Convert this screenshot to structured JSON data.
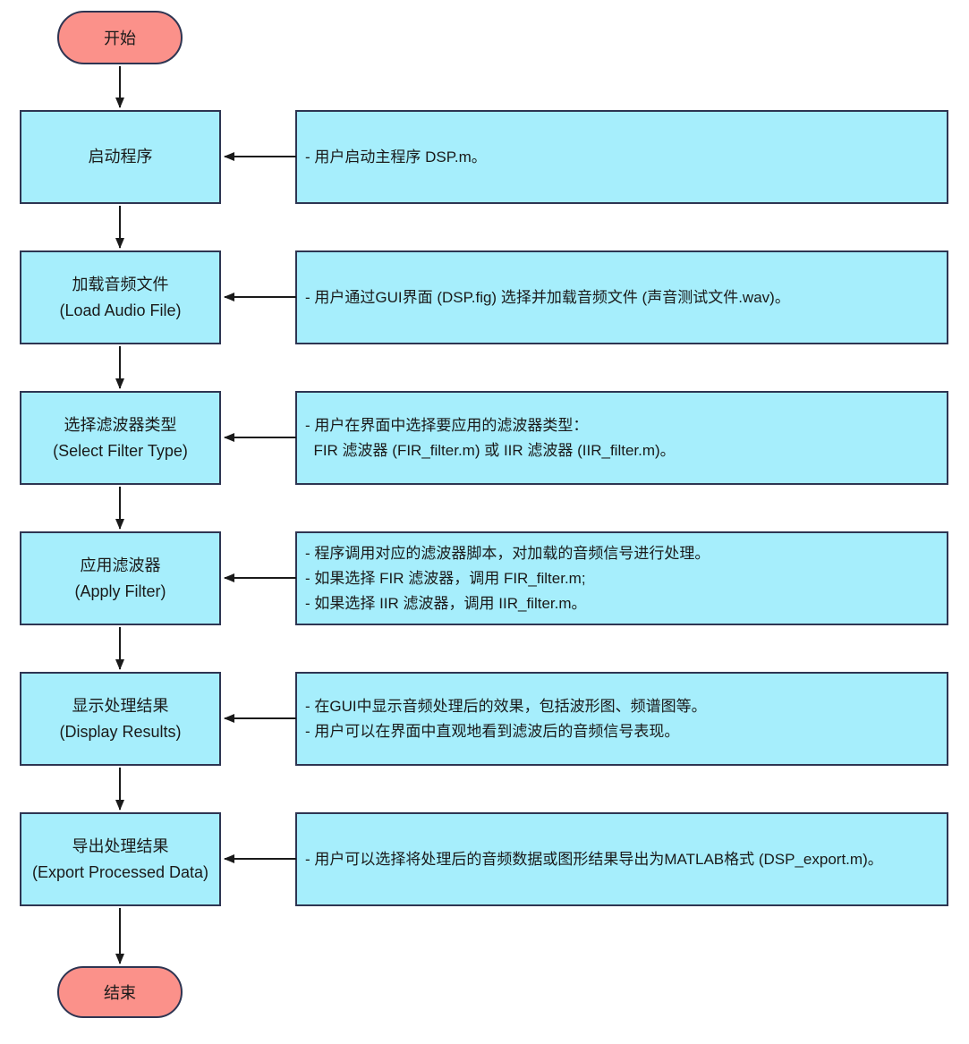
{
  "colors": {
    "process_fill": "#a6eefc",
    "terminal_fill": "#fb918a",
    "node_border": "#2e3552",
    "arrow": "#1a1a1a",
    "text": "#1a1a1a",
    "background": "#ffffff"
  },
  "flowchart": {
    "start": {
      "label": "开始"
    },
    "end": {
      "label": "结束"
    },
    "steps": [
      {
        "title": "启动程序",
        "subtitle": "",
        "notes": [
          "- 用户启动主程序 DSP.m。"
        ]
      },
      {
        "title": "加载音频文件",
        "subtitle": "(Load Audio File)",
        "notes": [
          "- 用户通过GUI界面 (DSP.fig) 选择并加载音频文件 (声音测试文件.wav)。"
        ]
      },
      {
        "title": "选择滤波器类型",
        "subtitle": "(Select Filter Type)",
        "notes": [
          "- 用户在界面中选择要应用的滤波器类型：",
          "  FIR 滤波器 (FIR_filter.m) 或 IIR 滤波器 (IIR_filter.m)。"
        ]
      },
      {
        "title": "应用滤波器",
        "subtitle": "(Apply Filter)",
        "notes": [
          "- 程序调用对应的滤波器脚本，对加载的音频信号进行处理。",
          "- 如果选择 FIR 滤波器，调用 FIR_filter.m;",
          "- 如果选择 IIR 滤波器，调用 IIR_filter.m。"
        ]
      },
      {
        "title": "显示处理结果",
        "subtitle": "(Display Results)",
        "notes": [
          "- 在GUI中显示音频处理后的效果，包括波形图、频谱图等。",
          "- 用户可以在界面中直观地看到滤波后的音频信号表现。"
        ]
      },
      {
        "title": "导出处理结果",
        "subtitle": "(Export Processed Data)",
        "notes": [
          "- 用户可以选择将处理后的音频数据或图形结果导出为MATLAB格式 (DSP_export.m)。"
        ]
      }
    ]
  }
}
